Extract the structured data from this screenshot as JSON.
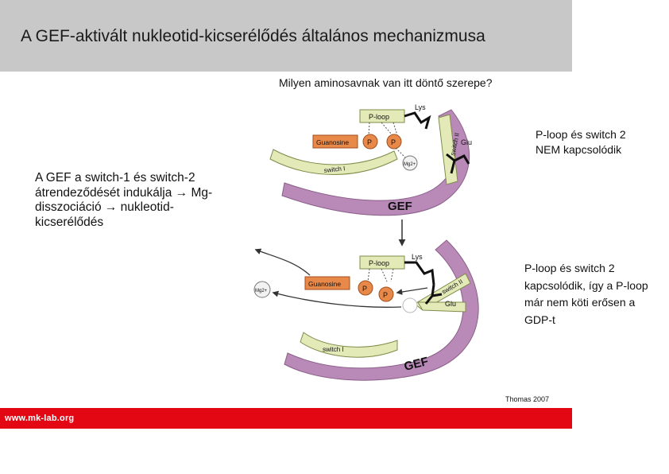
{
  "slide": {
    "title": "A GEF-aktivált nukleotid-kicserélődés általános mechanizmusa",
    "question": "Milyen aminosavnak van itt döntő szerepe?",
    "left_text": "A GEF a switch-1 és switch-2 átrendeződését indukálja → Mg-disszociáció → nukleotid-kicserélődés",
    "note_top": "P-loop és switch 2 NEM kapcsolódik",
    "note_bottom": "P-loop és switch 2 kapcsolódik, így a P-loop már nem köti erősen a GDP-t",
    "credit": "Thomas 2007",
    "footer": "www.mk-lab.org"
  },
  "diagram": {
    "top": {
      "ploop": "P-loop",
      "lys": "Lys",
      "guanosine": "Guanosine",
      "p1": "P",
      "p2": "P",
      "mg": "Mg2+",
      "switch1": "switch I",
      "switch2": "switch II",
      "glu": "Glu",
      "gef": "GEF"
    },
    "bottom": {
      "ploop": "P-loop",
      "lys": "Lys",
      "guanosine": "Guanosine",
      "p1": "P",
      "p2": "P",
      "mg": "Mg2+",
      "switch1": "switch I",
      "switch2": "switch II",
      "glu": "Glu",
      "gef": "GEF"
    }
  },
  "colors": {
    "title_bar": "#c8c8c8",
    "footer_bar": "#e30613",
    "gef_purple": "#b98ab8",
    "switch_green": "#e3eab8",
    "phosphate_orange": "#e8894a",
    "guanosine_orange": "#e8894a"
  }
}
